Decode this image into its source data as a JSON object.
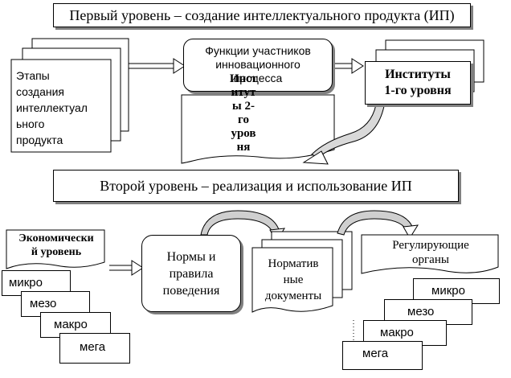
{
  "level1_title": "Первый уровень – создание интеллектуального продукта (ИП)",
  "level2_title": "Второй уровень – реализация и использование ИП",
  "stages_lines": [
    "Этапы",
    "создания",
    "интеллектуал",
    "ьного",
    "продукта"
  ],
  "functions_lines": [
    "Функции участников",
    "инновационного",
    "процесса"
  ],
  "inst1_lines": [
    "Институты",
    "1-го уровня"
  ],
  "inst2_lines": [
    "Инст",
    "итут",
    "ы 2-",
    "го",
    "уров",
    "ня"
  ],
  "econ_lines": [
    "Экономически",
    "й уровень"
  ],
  "econ_levels": [
    "микро",
    "мезо",
    "макро",
    "мега"
  ],
  "norms_lines": [
    "Нормы и",
    "правила",
    "поведения"
  ],
  "docs_lines": [
    "Норматив",
    "ные",
    "документы"
  ],
  "reg_lines": [
    "Регулирующие",
    "органы"
  ],
  "reg_levels": [
    "микро",
    "мезо",
    "макро",
    "мега"
  ]
}
